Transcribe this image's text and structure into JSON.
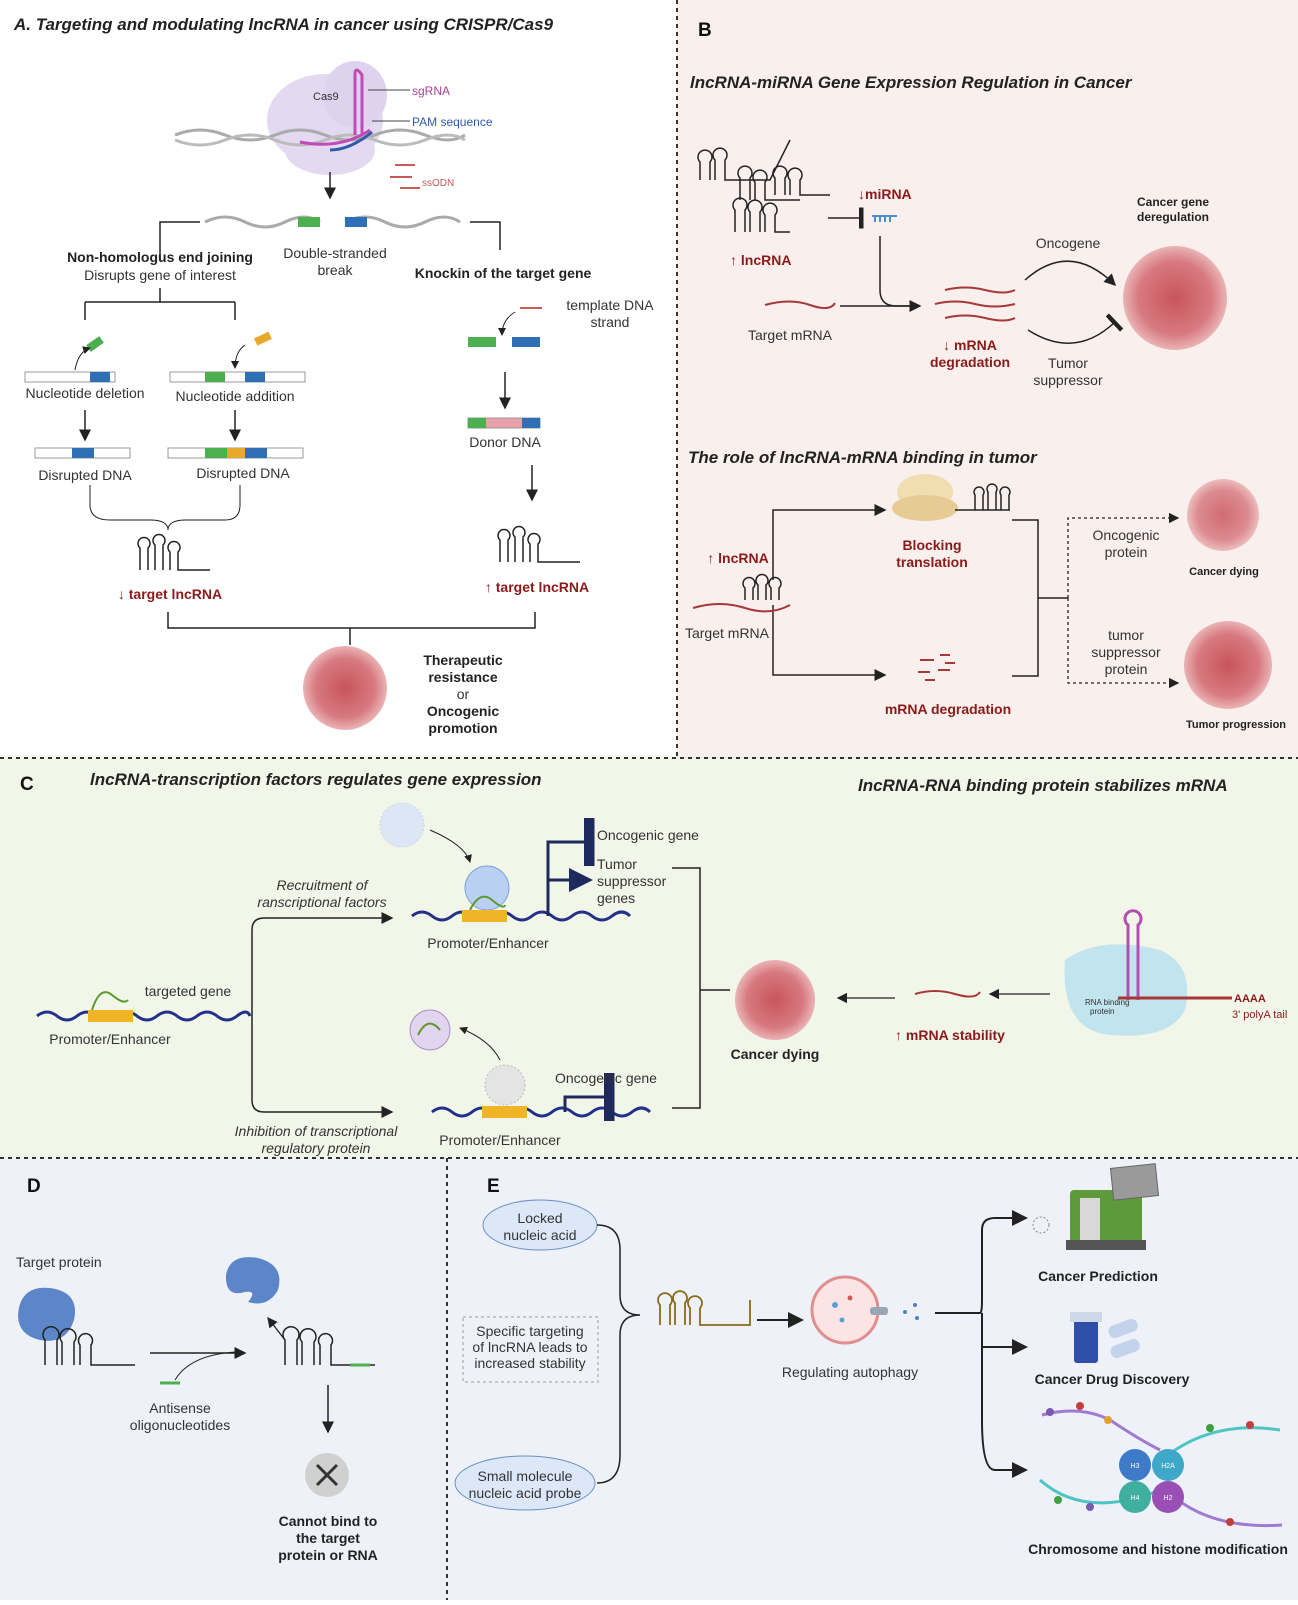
{
  "panel_a": {
    "title": "A. Targeting and modulating lncRNA in cancer using CRISPR/Cas9",
    "cas9": "Cas9",
    "sgrna": "sgRNA",
    "pam": "PAM sequence",
    "ssodn": "ssODN",
    "dsb": [
      "Double-stranded",
      "break"
    ],
    "nhej": [
      "Non-homologus end joining",
      "Disrupts gene of interest"
    ],
    "knockin": "Knockin of the target gene",
    "template": [
      "template DNA",
      "strand"
    ],
    "deletion": "Nucleotide deletion",
    "addition": "Nucleotide addition",
    "disrupted": "Disrupted DNA",
    "donor": "Donor DNA",
    "down_target": "↓ target lncRNA",
    "up_target": "↑ target lncRNA",
    "outcome": [
      "Therapeutic",
      "resistance",
      "or",
      "Oncogenic",
      "promotion"
    ]
  },
  "panel_b": {
    "letter": "B",
    "title1": "lncRNA-miRNA Gene Expression Regulation in Cancer",
    "mirna": "↓miRNA",
    "lncrna": "↑ lncRNA",
    "target_mrna": "Target mRNA",
    "mrna_deg": [
      "↓ mRNA",
      "degradation"
    ],
    "oncogene": "Oncogene",
    "tumor_supp": [
      "Tumor",
      "suppressor"
    ],
    "cancer_dereg": [
      "Cancer gene",
      "deregulation"
    ],
    "title2": "The role of lncRNA-mRNA binding in tumor",
    "blocking": [
      "Blocking",
      "translation"
    ],
    "mrna_degradation": "mRNA degradation",
    "oncogenic_protein": [
      "Oncogenic",
      "protein"
    ],
    "tumor_supp_protein": [
      "tumor",
      "suppressor",
      "protein"
    ],
    "cancer_dying": "Cancer dying",
    "tumor_progression": "Tumor progression"
  },
  "panel_c": {
    "letter": "C",
    "title1": "lncRNA-transcription factors regulates gene expression",
    "title2": "lncRNA-RNA binding protein stabilizes mRNA",
    "recruitment": [
      "Recruitment of",
      "ranscriptional factors"
    ],
    "inhibition": [
      "Inhibition of transcriptional",
      "regulatory protein"
    ],
    "targeted_gene": "targeted gene",
    "promoter": "Promoter/Enhancer",
    "oncogenic_gene": "Oncogenic gene",
    "tumor_supp_genes": [
      "Tumor",
      "suppressor",
      "genes"
    ],
    "cancer_dying": "Cancer dying",
    "mrna_stability": "↑ mRNA stability",
    "rbp": [
      "RNA binding",
      "protein"
    ],
    "aaaa": "AAAA",
    "polya": "3' polyA tail"
  },
  "panel_d": {
    "letter": "D",
    "target_protein": "Target protein",
    "antisense": [
      "Antisense",
      "oligonucleotides"
    ],
    "cannot": [
      "Cannot bind to",
      "the target",
      "protein or RNA"
    ]
  },
  "panel_e": {
    "letter": "E",
    "lna": [
      "Locked",
      "nucleic acid"
    ],
    "specific": [
      "Specific targeting",
      "of lncRNA leads to",
      "increased stability"
    ],
    "small_molecule": [
      "Small molecule",
      "nucleic acid probe"
    ],
    "autophagy": "Regulating autophagy",
    "prediction": "Cancer Prediction",
    "drug": "Cancer Drug Discovery",
    "chromosome": "Chromosome and histone modification",
    "histone_labels": [
      "H3",
      "H2A",
      "H4",
      "H2"
    ]
  }
}
